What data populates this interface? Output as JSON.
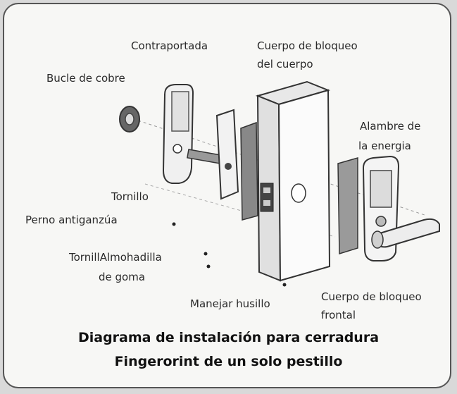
{
  "labels": {
    "contraportada": "Contraportada",
    "cuerpo_bloqueo_cuerpo_1": "Cuerpo de bloqueo",
    "cuerpo_bloqueo_cuerpo_2": "del cuerpo",
    "bucle": "Bucle de cobre",
    "alambre_1": "Alambre de",
    "alambre_2": "la energia",
    "tornillo": "Tornillo",
    "perno": "Perno antiganzúa",
    "tornill_1": "TornillAlmohadilla",
    "tornill_2": "de goma",
    "manejar": "Manejar husillo",
    "frontal_1": "Cuerpo de bloqueo",
    "frontal_2": "frontal"
  },
  "caption": {
    "line1": "Diagrama de instalación para cerradura",
    "line2": "Fingerorint de un solo pestillo"
  }
}
